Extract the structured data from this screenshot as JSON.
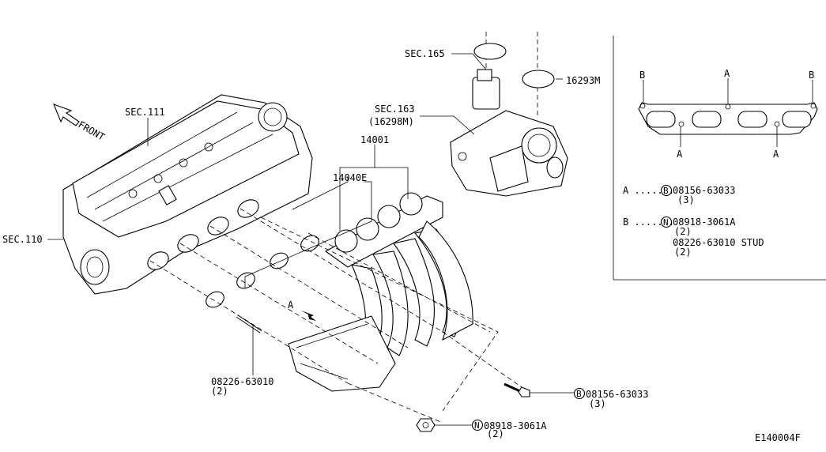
{
  "diagram_code": "E140004F",
  "labels": {
    "sec110": "SEC.110",
    "sec111": "SEC.111",
    "sec165": "SEC.165",
    "sec163": "SEC.163",
    "sec163_sub": "(16298M)",
    "front": "FRONT",
    "p16293m": "16293M",
    "p14001": "14001",
    "p14040e": "14040E",
    "view_a": "A",
    "stud_part": "08226-63010",
    "stud_qty": "(2)",
    "bolt_part": "08156-63033",
    "bolt_qty": "(3)",
    "nut_part": "08918-3061A",
    "nut_qty": "(2)"
  },
  "inset": {
    "marker_a": "A",
    "marker_b": "B",
    "legend": [
      {
        "key": "A .......",
        "symbol": "B",
        "part": "08156-63033",
        "qty": "(3)"
      },
      {
        "key": "B .......",
        "symbol": "N",
        "part": "08918-3061A",
        "qty": "(2)"
      },
      {
        "key": "",
        "symbol": "",
        "part": "08226-63010 STUD",
        "qty": "(2)"
      }
    ]
  }
}
